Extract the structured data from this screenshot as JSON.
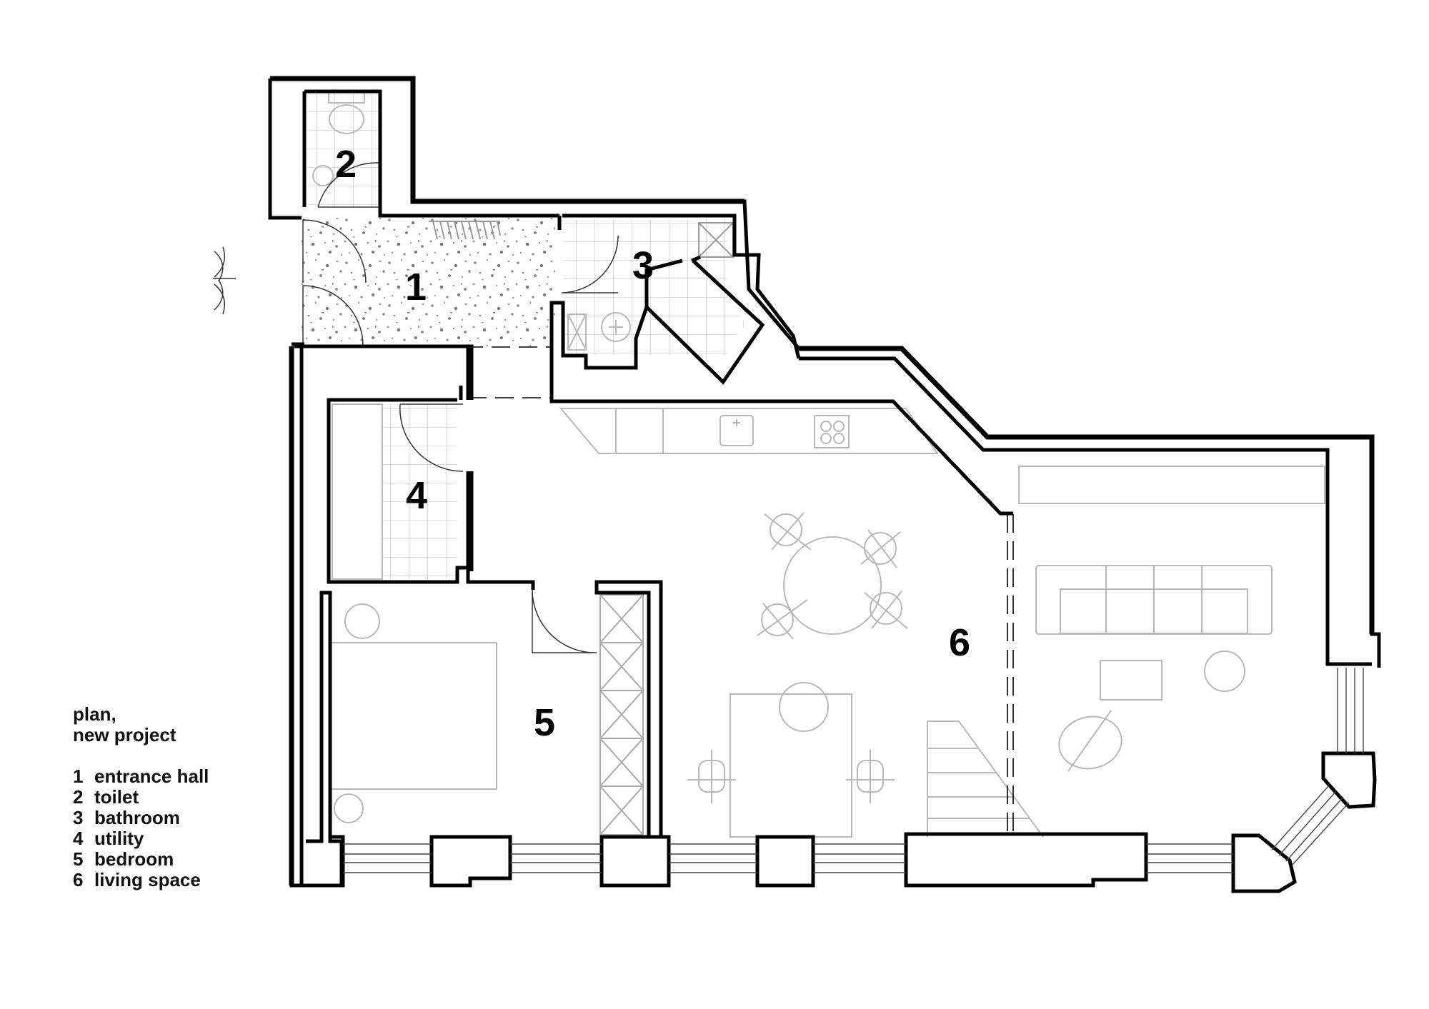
{
  "legend": {
    "title_line1": "plan,",
    "title_line2": "new project",
    "items": [
      {
        "num": "1",
        "label": "entrance hall"
      },
      {
        "num": "2",
        "label": "toilet"
      },
      {
        "num": "3",
        "label": "bathroom"
      },
      {
        "num": "4",
        "label": "utility"
      },
      {
        "num": "5",
        "label": "bedroom"
      },
      {
        "num": "6",
        "label": "living space"
      }
    ]
  },
  "rooms": {
    "r1": "1",
    "r2": "2",
    "r3": "3",
    "r4": "4",
    "r5": "5",
    "r6": "6"
  },
  "colors": {
    "wall": "#000000",
    "furniture": "#b8b8b8",
    "terrazzo_dots": "#888888",
    "tiles": "#c8c8c8"
  }
}
